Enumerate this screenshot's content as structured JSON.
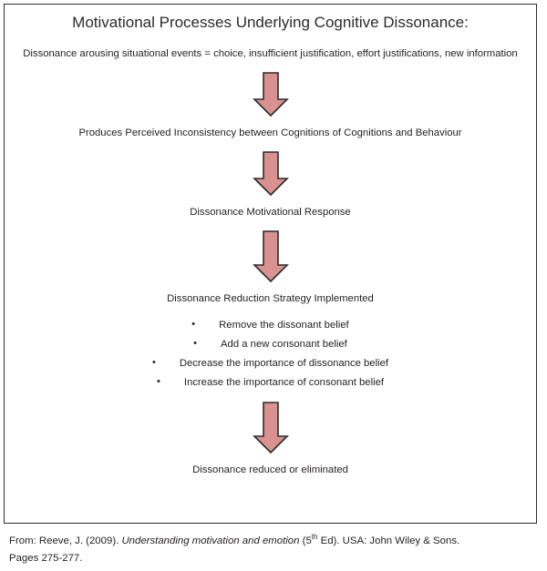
{
  "diagram": {
    "title": "Motivational Processes Underlying Cognitive Dissonance:",
    "steps": [
      "Dissonance arousing situational events = choice, insufficient justification, effort justifications, new information",
      "Produces Perceived Inconsistency between Cognitions of Cognitions and Behaviour",
      "Dissonance Motivational Response",
      "Dissonance Reduction Strategy Implemented",
      "Dissonance reduced or eliminated"
    ],
    "strategies": [
      "Remove the dissonant belief",
      "Add a new consonant belief",
      "Decrease the importance of dissonance belief",
      "Increase the importance of consonant belief"
    ],
    "bullet_glyph": "•",
    "arrow_icon": "down-arrow-icon",
    "arrow_fill": "#d9928f",
    "arrow_stroke": "#2b2b2b",
    "border_color": "#2b2b2b",
    "text_color": "#231f20"
  },
  "citation": {
    "prefix": "From: Reeve, J. (2009). ",
    "work_title": "Understanding motivation and emotion",
    "edition_open": " (5",
    "edition_sup": "th",
    "edition_close": " Ed). USA: John Wiley & Sons.",
    "pages": "Pages 275-277."
  }
}
